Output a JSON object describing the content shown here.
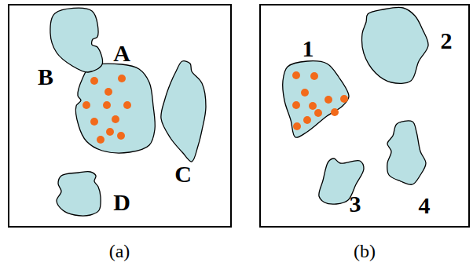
{
  "diagram": {
    "nodes": [
      {
        "text": [
          "(a)"
        ]
      },
      {
        "text": [
          "A"
        ],
        "in": 0
      },
      {
        "text": [
          "B"
        ],
        "in": 0
      },
      {
        "text": [
          "C"
        ],
        "in": 0
      },
      {
        "text": [
          "D"
        ],
        "in": 0
      },
      {
        "text": [
          "(b)"
        ]
      },
      {
        "text": [
          "1"
        ],
        "in": 5
      },
      {
        "text": [
          "2"
        ],
        "in": 5
      },
      {
        "text": [
          "3"
        ],
        "in": 5
      },
      {
        "text": [
          "4"
        ],
        "in": 5
      }
    ]
  }
}
